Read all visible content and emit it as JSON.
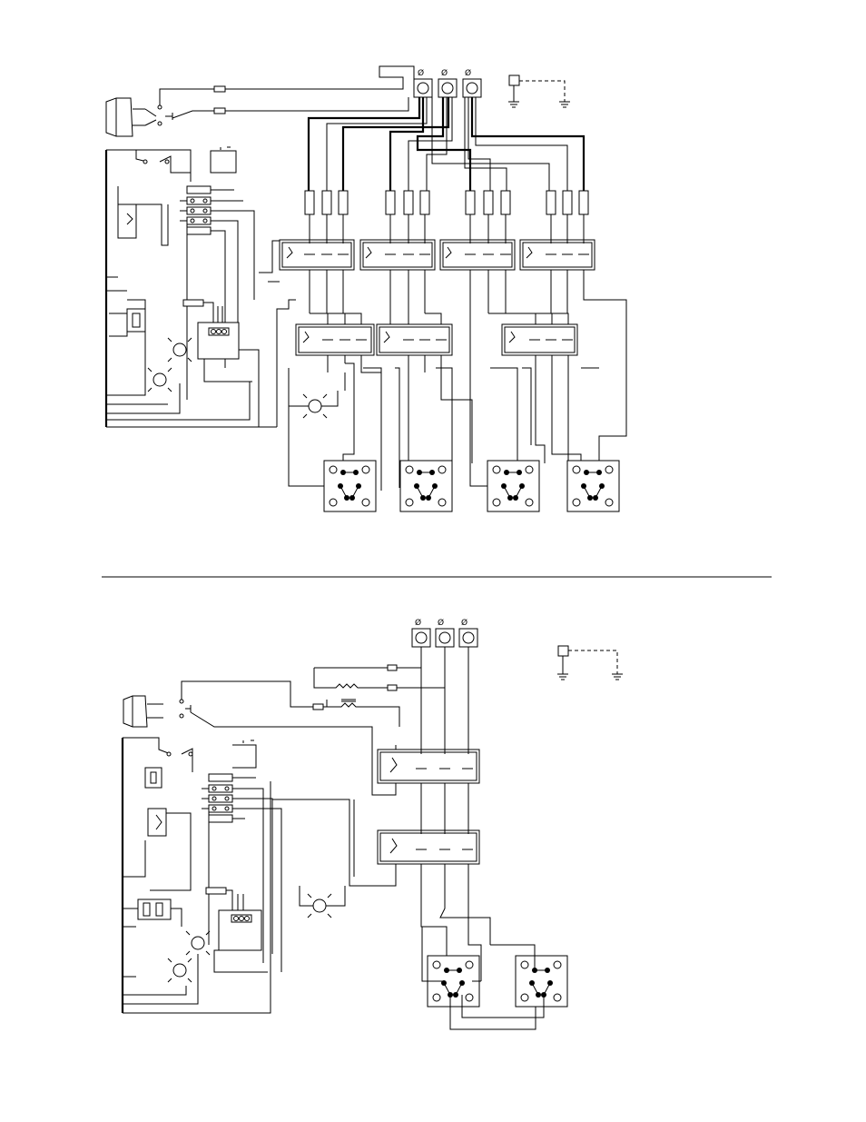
{
  "diagrams": {
    "top": {
      "phase_labels": [
        "Ø",
        "Ø",
        "Ø"
      ]
    },
    "bottom": {
      "phase_labels": [
        "Ø",
        "Ø",
        "Ø"
      ]
    }
  }
}
